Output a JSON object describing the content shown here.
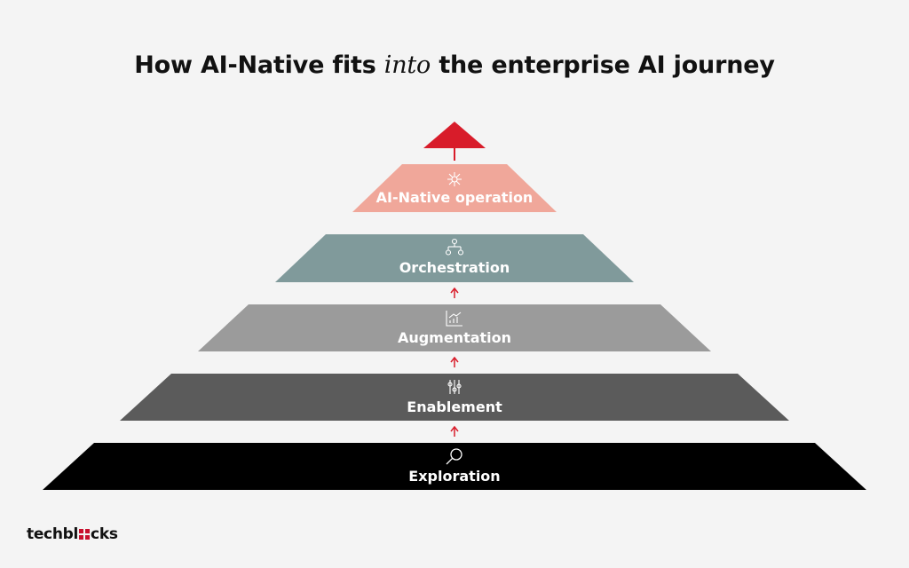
{
  "title": {
    "before": "How AI-Native fits ",
    "emphasis": "into",
    "after": " the enterprise AI journey"
  },
  "layers": [
    {
      "label": "AI-Native operation",
      "color": "#f0a79a",
      "icon": "network-nodes-icon"
    },
    {
      "label": "Orchestration",
      "color": "#809a9b",
      "icon": "hierarchy-icon"
    },
    {
      "label": "Augmentation",
      "color": "#9b9b9b",
      "icon": "chart-growth-icon"
    },
    {
      "label": "Enablement",
      "color": "#5b5b5b",
      "icon": "sliders-icon"
    },
    {
      "label": "Exploration",
      "color": "#000000",
      "icon": "magnifier-icon"
    }
  ],
  "apex": {
    "color": "#d81c2a",
    "icon": "apex-arrow-icon"
  },
  "arrow_color": "#d81c2a",
  "logo": {
    "before": "techbl",
    "after": "cks",
    "mark_color": "#c8102e"
  }
}
